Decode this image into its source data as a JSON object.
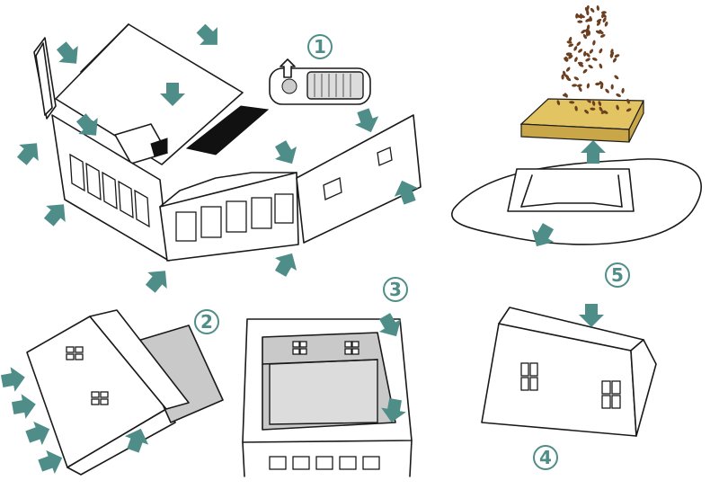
{
  "colors": {
    "accent": "#4f8e88",
    "outline": "#1a1a1a",
    "sponge": "#e2c463",
    "seed": "#6b3f1f",
    "tray": "#c9c9c9"
  },
  "steps": [
    {
      "number": "1",
      "shape": "circle"
    },
    {
      "number": "2",
      "shape": "circle"
    },
    {
      "number": "3",
      "shape": "circle"
    },
    {
      "number": "4",
      "shape": "circle"
    },
    {
      "number": "5",
      "shape": "circle"
    }
  ],
  "icons": [
    "arrow-icon",
    "solar-light-icon",
    "sponge-icon",
    "seeds-icon",
    "water-icon"
  ]
}
